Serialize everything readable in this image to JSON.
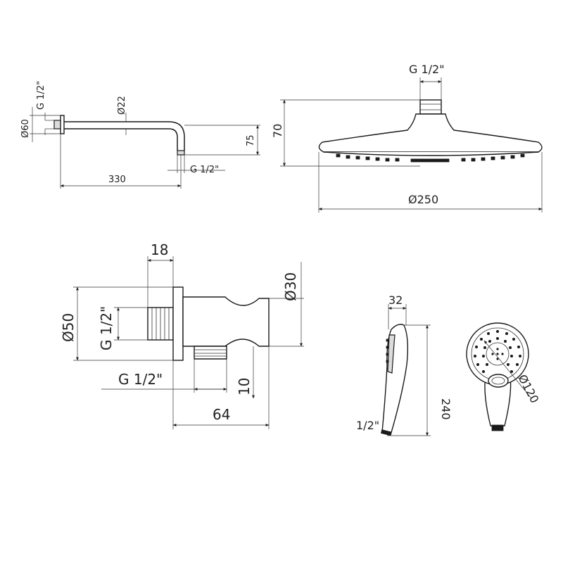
{
  "arm": {
    "thread_label": "G 1/2\"",
    "tube_diameter": "Ø22",
    "flange_diameter": "Ø60",
    "drop_height": "75",
    "length": "330",
    "outlet_thread": "G 1/2\""
  },
  "head": {
    "thread_label": "G 1/2\"",
    "height": "70",
    "diameter": "Ø250"
  },
  "holder": {
    "depth": "18",
    "flange_diameter": "Ø50",
    "inlet_thread": "G 1/2\"",
    "cup_diameter": "Ø30",
    "outlet_thread": "G 1/2\"",
    "outlet_offset": "10",
    "length": "64"
  },
  "handshower": {
    "thickness": "32",
    "length": "240",
    "thread": "1/2\"",
    "diameter": "Ø120"
  }
}
